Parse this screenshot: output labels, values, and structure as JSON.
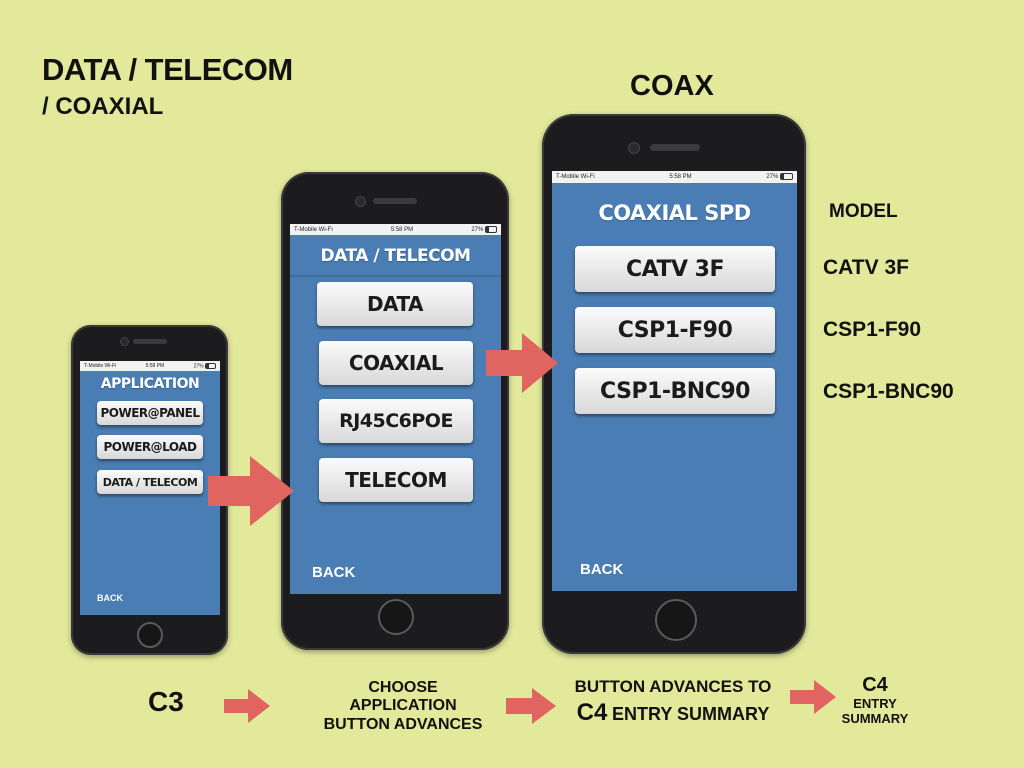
{
  "heading": {
    "title": "DATA / TELECOM",
    "subtitle": "/ COAXIAL",
    "coax_label": "COAX"
  },
  "status_bar": {
    "carrier": "T-Mobile Wi-Fi",
    "time": "5:58 PM",
    "battery": "27%"
  },
  "phone_small": {
    "title": "APPLICATION",
    "buttons": [
      "POWER@PANEL",
      "POWER@LOAD",
      "DATA / TELECOM"
    ],
    "back_label": "BACK"
  },
  "phone_medium": {
    "title": "DATA / TELECOM",
    "buttons": [
      "DATA",
      "COAXIAL",
      "RJ45C6POE",
      "TELECOM"
    ],
    "back_label": "BACK"
  },
  "phone_large": {
    "title": "COAXIAL SPD",
    "buttons": [
      "CATV 3F",
      "CSP1-F90",
      "CSP1-BNC90"
    ],
    "back_label": "BACK"
  },
  "model_list": {
    "label": "MODEL",
    "items": [
      "CATV 3F",
      "CSP1-F90",
      "CSP1-BNC90"
    ]
  },
  "captions": {
    "c3": "C3",
    "choose_line1": "CHOOSE",
    "choose_line2": "APPLICATION",
    "choose_line3": "BUTTON ADVANCES",
    "advance_line1": "BUTTON ADVANCES TO",
    "advance_c4": "C4",
    "advance_rest": "ENTRY SUMMARY",
    "c4": "C4",
    "entry": "ENTRY",
    "summary": "SUMMARY"
  },
  "colors": {
    "background": "#e3e99b",
    "screen_blue": "#4a7db3",
    "arrow": "#e06560",
    "phone_body": "#1c1c1e"
  }
}
